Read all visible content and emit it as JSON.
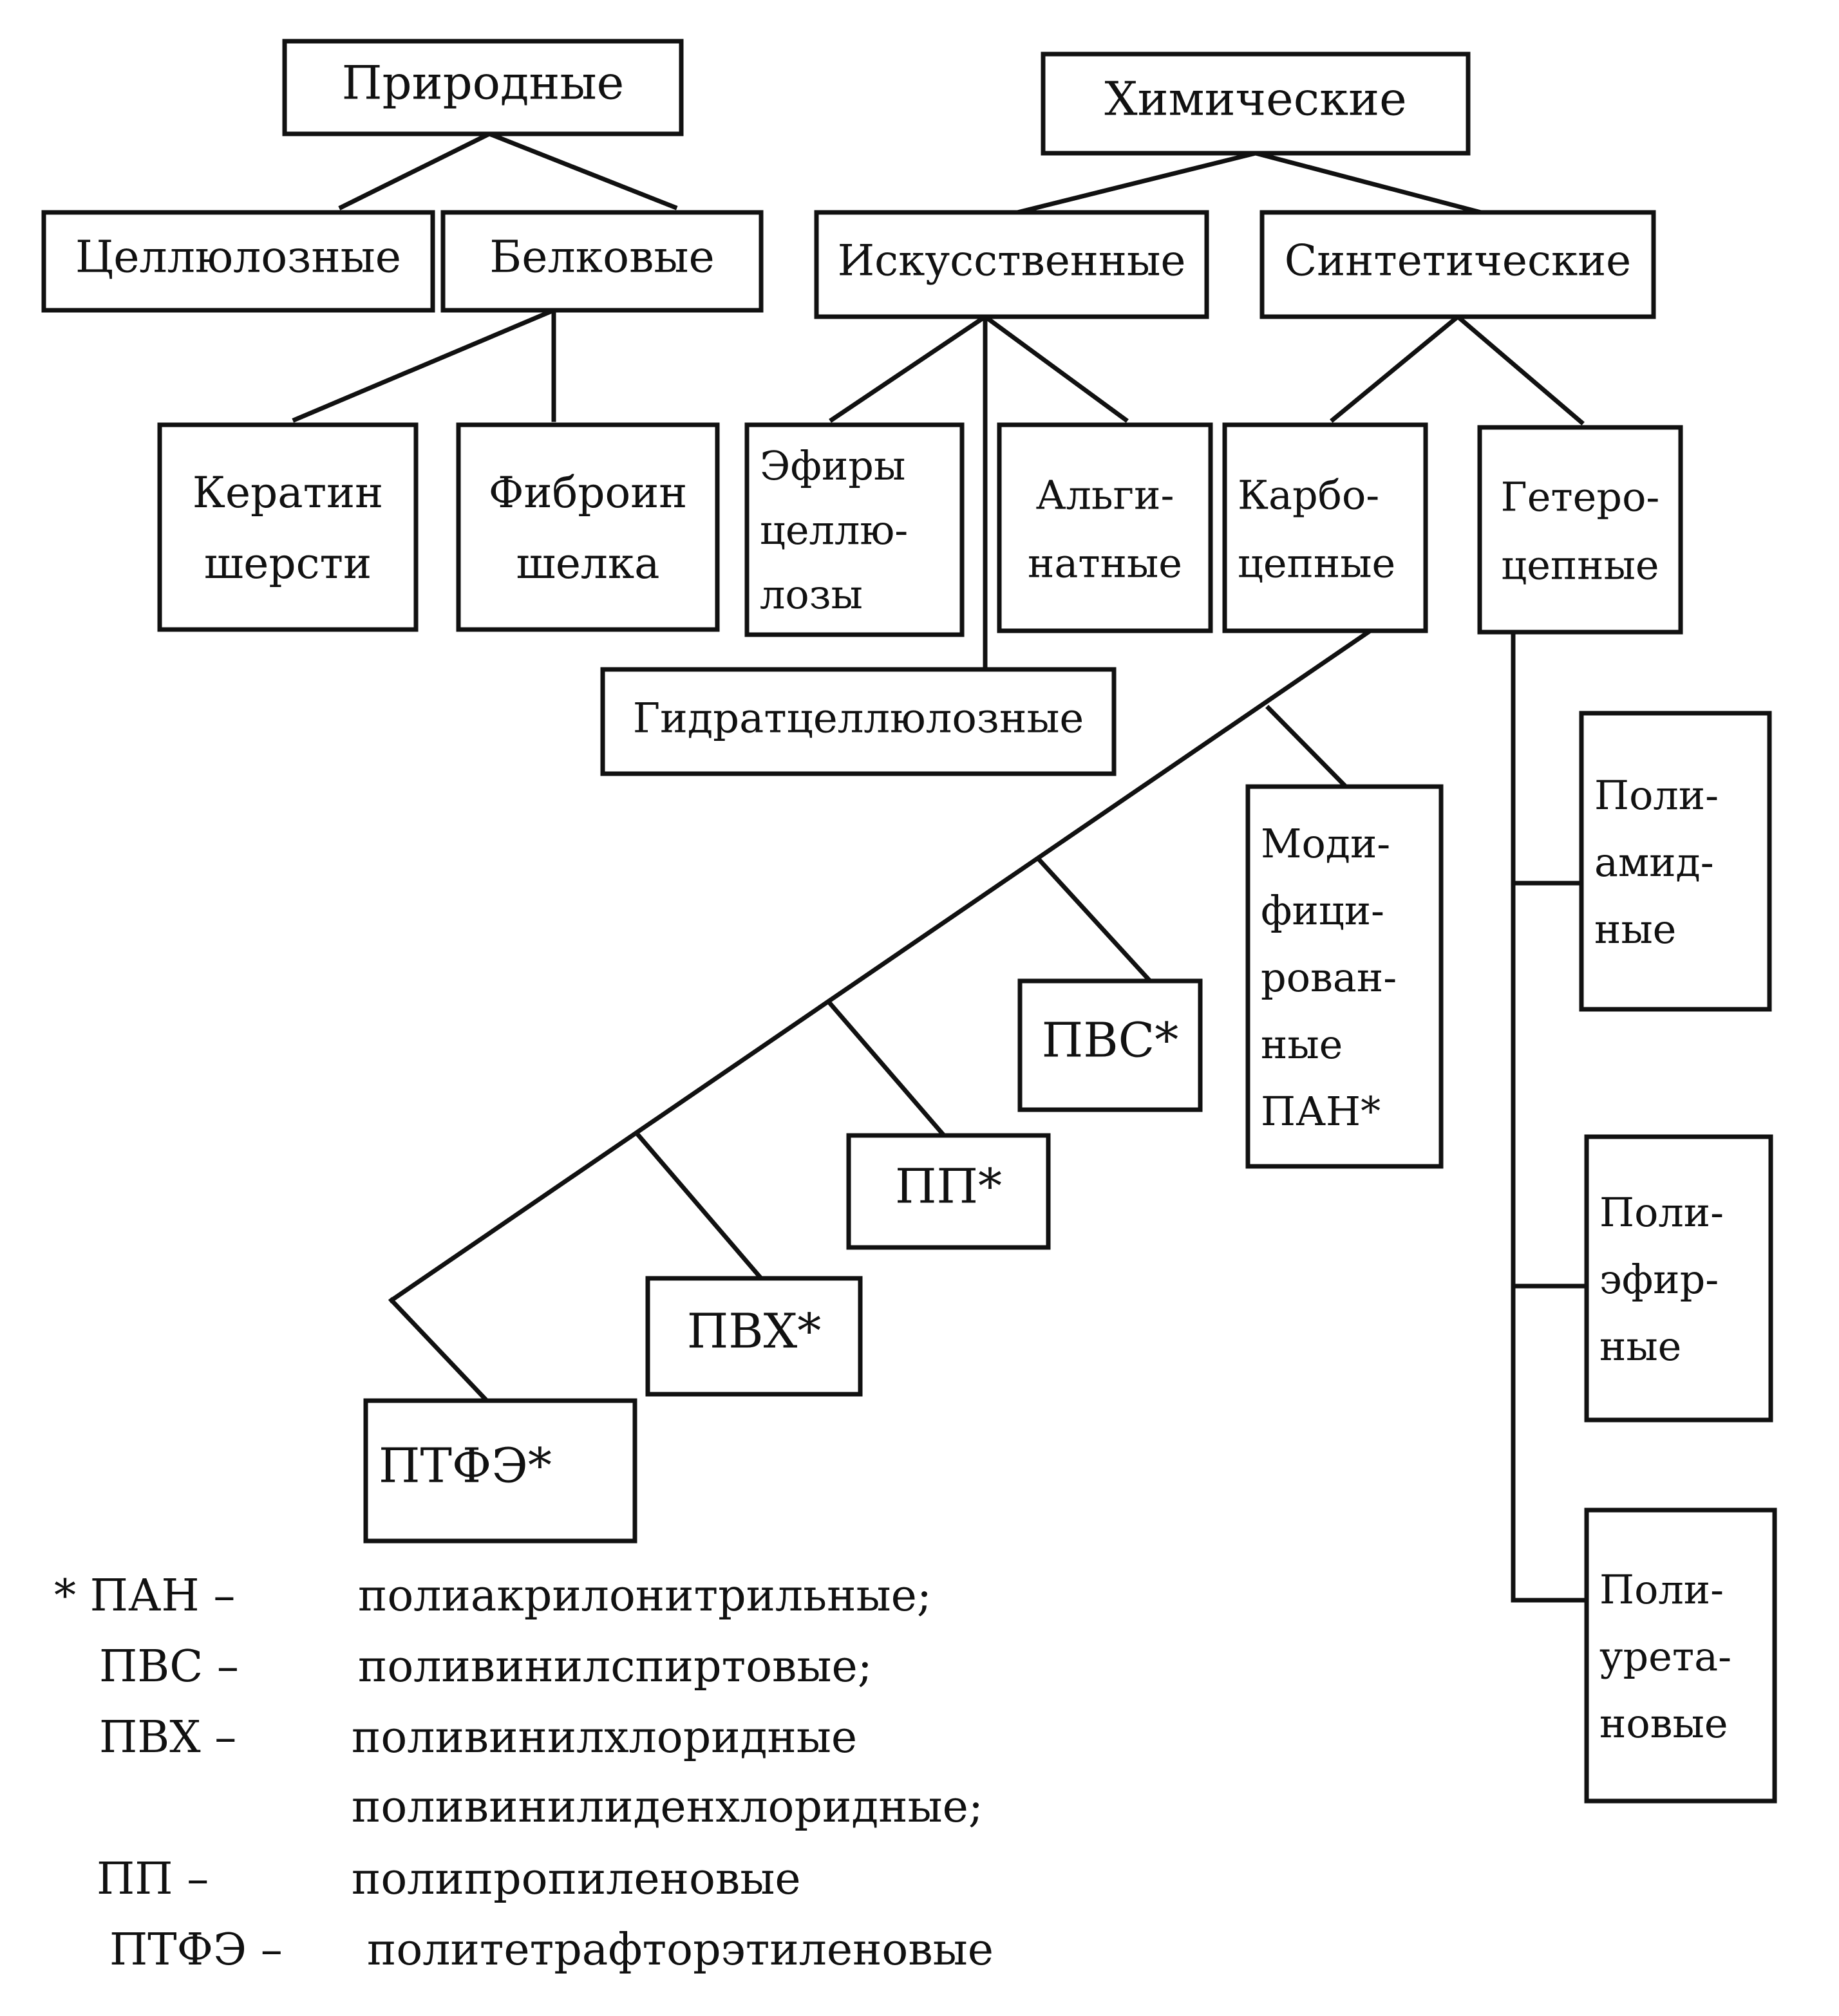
{
  "nodes": {
    "prirodnye": {
      "lines": [
        "Природные"
      ]
    },
    "khimicheskie": {
      "lines": [
        "Химические"
      ]
    },
    "cellyuloznye": {
      "lines": [
        "Целлюлозные"
      ]
    },
    "belkovye": {
      "lines": [
        "Белковые"
      ]
    },
    "iskusstvennye": {
      "lines": [
        "Искусственные"
      ]
    },
    "sinteticheskie": {
      "lines": [
        "Синтетические"
      ]
    },
    "keratin": {
      "lines": [
        "Кератин",
        "шерсти"
      ]
    },
    "fibroin": {
      "lines": [
        "Фиброин",
        "шелка"
      ]
    },
    "efiry": {
      "lines": [
        "Эфиры",
        "целлю-",
        "лозы"
      ]
    },
    "alginatnye": {
      "lines": [
        "Альги-",
        "натные"
      ]
    },
    "karbocepnye": {
      "lines": [
        "Карбо-",
        "цепные"
      ]
    },
    "geterocepnye": {
      "lines": [
        "Гетеро-",
        "цепные"
      ]
    },
    "gidratcellyuloznye": {
      "lines": [
        "Гидратцеллюлозные"
      ]
    },
    "modificirovannye": {
      "lines": [
        "Моди-",
        "фици-",
        "рован-",
        "ные",
        "ПАН*"
      ]
    },
    "pvs": {
      "lines": [
        "ПВС*"
      ]
    },
    "pp": {
      "lines": [
        "ПП*"
      ]
    },
    "pvh": {
      "lines": [
        "ПВХ*"
      ]
    },
    "ptfe": {
      "lines": [
        "ПТФЭ*"
      ]
    },
    "poliamidnye": {
      "lines": [
        "Поли-",
        "амид-",
        "ные"
      ]
    },
    "poliefirnye": {
      "lines": [
        "Поли-",
        "эфир-",
        "ные"
      ]
    },
    "poliuretanovye": {
      "lines": [
        "Поли-",
        "урета-",
        "новые"
      ]
    }
  },
  "legend": [
    {
      "abbr": "* ПАН –",
      "desc": "полиакрилонитрильные;"
    },
    {
      "abbr": "ПВС –",
      "desc": "поливинилспиртовые;"
    },
    {
      "abbr": "ПВХ –",
      "desc": "поливинилхлоридные"
    },
    {
      "abbr": "",
      "desc": "поливинилиденхлоридные;"
    },
    {
      "abbr": "ПП –",
      "desc": "полипропиленовые"
    },
    {
      "abbr": "ПТФЭ –",
      "desc": "политетрафторэтиленовые"
    }
  ]
}
